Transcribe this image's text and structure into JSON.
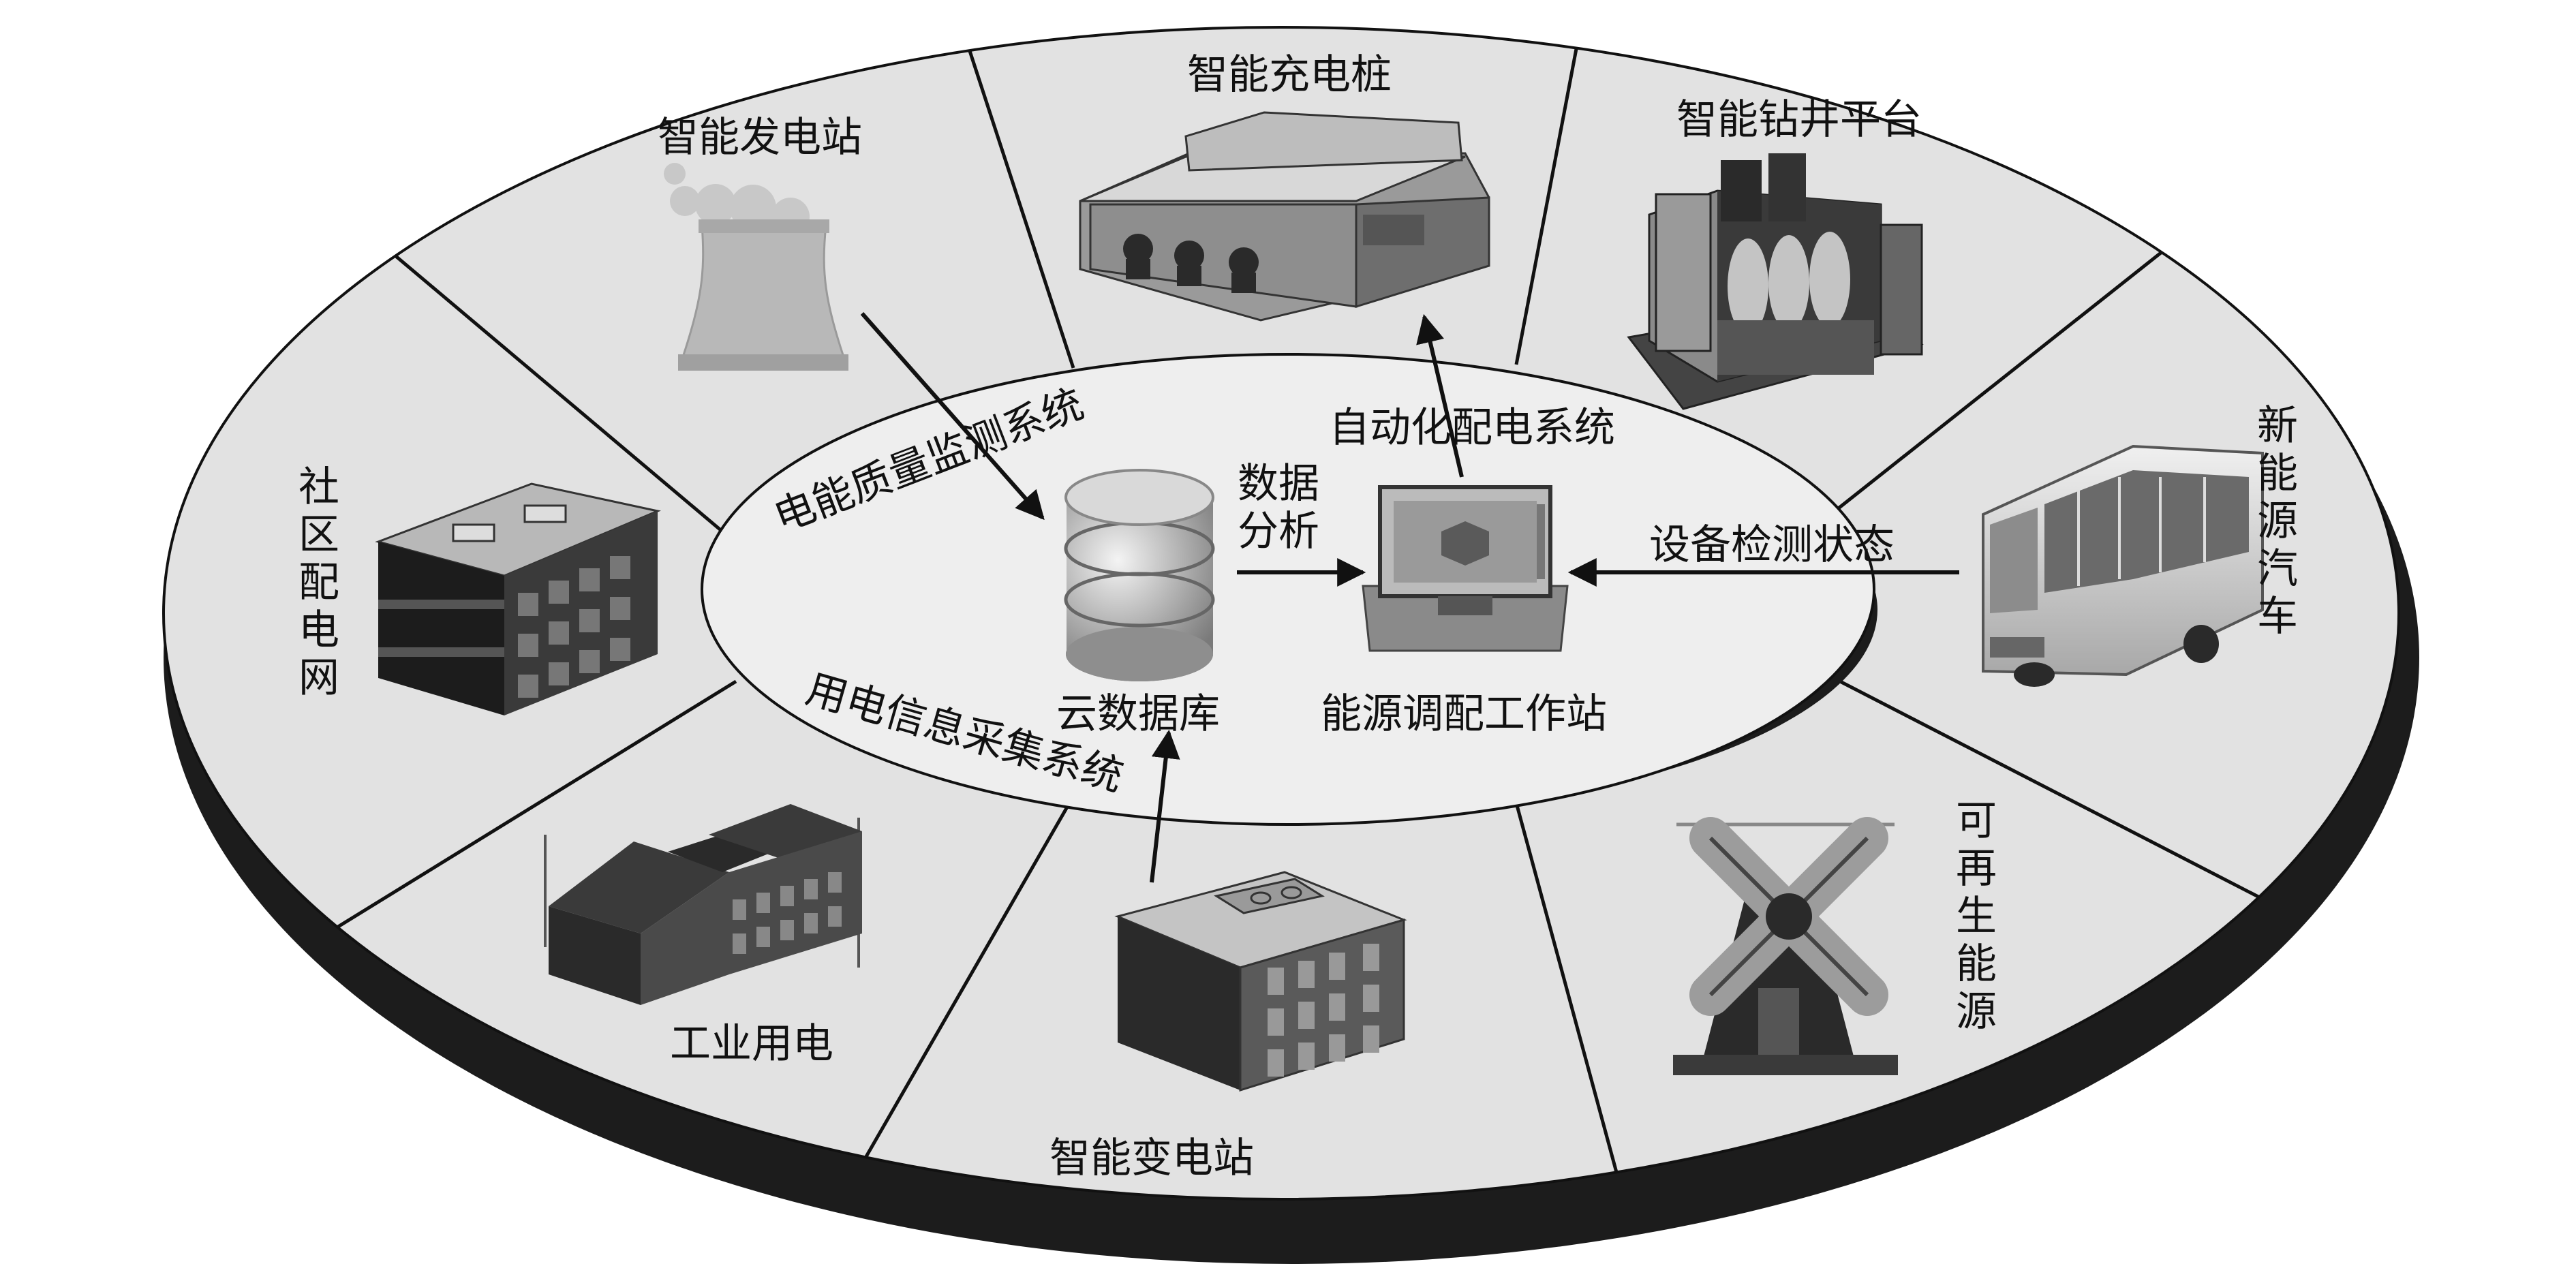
{
  "sectors": {
    "power_plant": "智能发电站",
    "charging_pile": "智能充电桩",
    "drilling_platform": "智能钻井平台",
    "new_energy_vehicle": [
      "新",
      "能",
      "源",
      "汽",
      "车"
    ],
    "renewable_energy": [
      "可",
      "再",
      "生",
      "能",
      "源"
    ],
    "substation": "智能变电站",
    "industrial_power": "工业用电",
    "community_grid": [
      "社",
      "区",
      "配",
      "电",
      "网"
    ]
  },
  "core": {
    "cloud_database": "云数据库",
    "dispatch_station": "能源调配工作站",
    "data_analysis": [
      "数据",
      "分析"
    ],
    "power_quality_system": "电能质量监测系统",
    "consumption_info_system": "用电信息采集系统",
    "auto_distribution_system": "自动化配电系统",
    "device_monitoring": "设备检测状态"
  },
  "colors": {
    "ring_fill": "#e2e2e2",
    "inner_fill": "#eeeeee",
    "rim_fill": "#1c1c1c",
    "icon_dark": "#2a2a2a",
    "icon_mid": "#8a8a8a",
    "icon_light": "#c8c8c8"
  }
}
